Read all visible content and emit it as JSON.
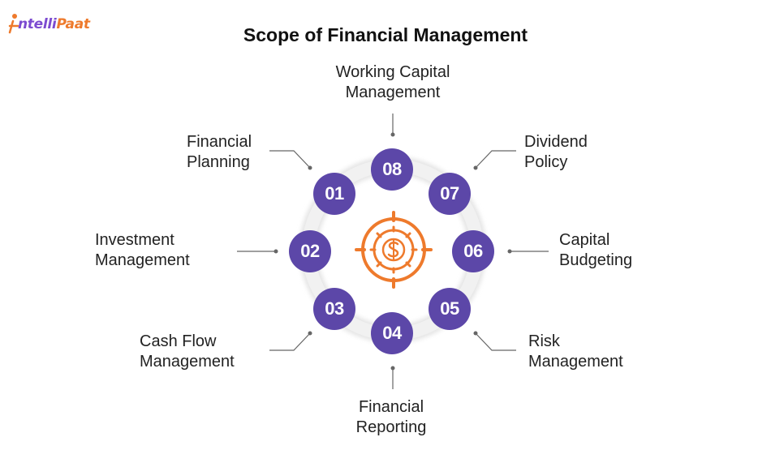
{
  "brand": {
    "logo_part1": "ntelli",
    "logo_part2": "Paat",
    "logo_initial": "I"
  },
  "title": "Scope of Financial Management",
  "center_icon": "dollar-gear-target-icon",
  "colors": {
    "node": "#5c47a8",
    "icon": "#ee7a2c",
    "ring": "#ececec",
    "connector": "#666666"
  },
  "nodes": [
    {
      "number": "01",
      "label_line1": "Financial",
      "label_line2": "Planning"
    },
    {
      "number": "02",
      "label_line1": "Investment",
      "label_line2": "Management"
    },
    {
      "number": "03",
      "label_line1": "Cash Flow",
      "label_line2": "Management"
    },
    {
      "number": "04",
      "label_line1": "Financial",
      "label_line2": "Reporting"
    },
    {
      "number": "05",
      "label_line1": "Risk",
      "label_line2": "Management"
    },
    {
      "number": "06",
      "label_line1": "Capital",
      "label_line2": "Budgeting"
    },
    {
      "number": "07",
      "label_line1": "Dividend",
      "label_line2": "Policy"
    },
    {
      "number": "08",
      "label_line1": "Working Capital",
      "label_line2": "Management"
    }
  ]
}
